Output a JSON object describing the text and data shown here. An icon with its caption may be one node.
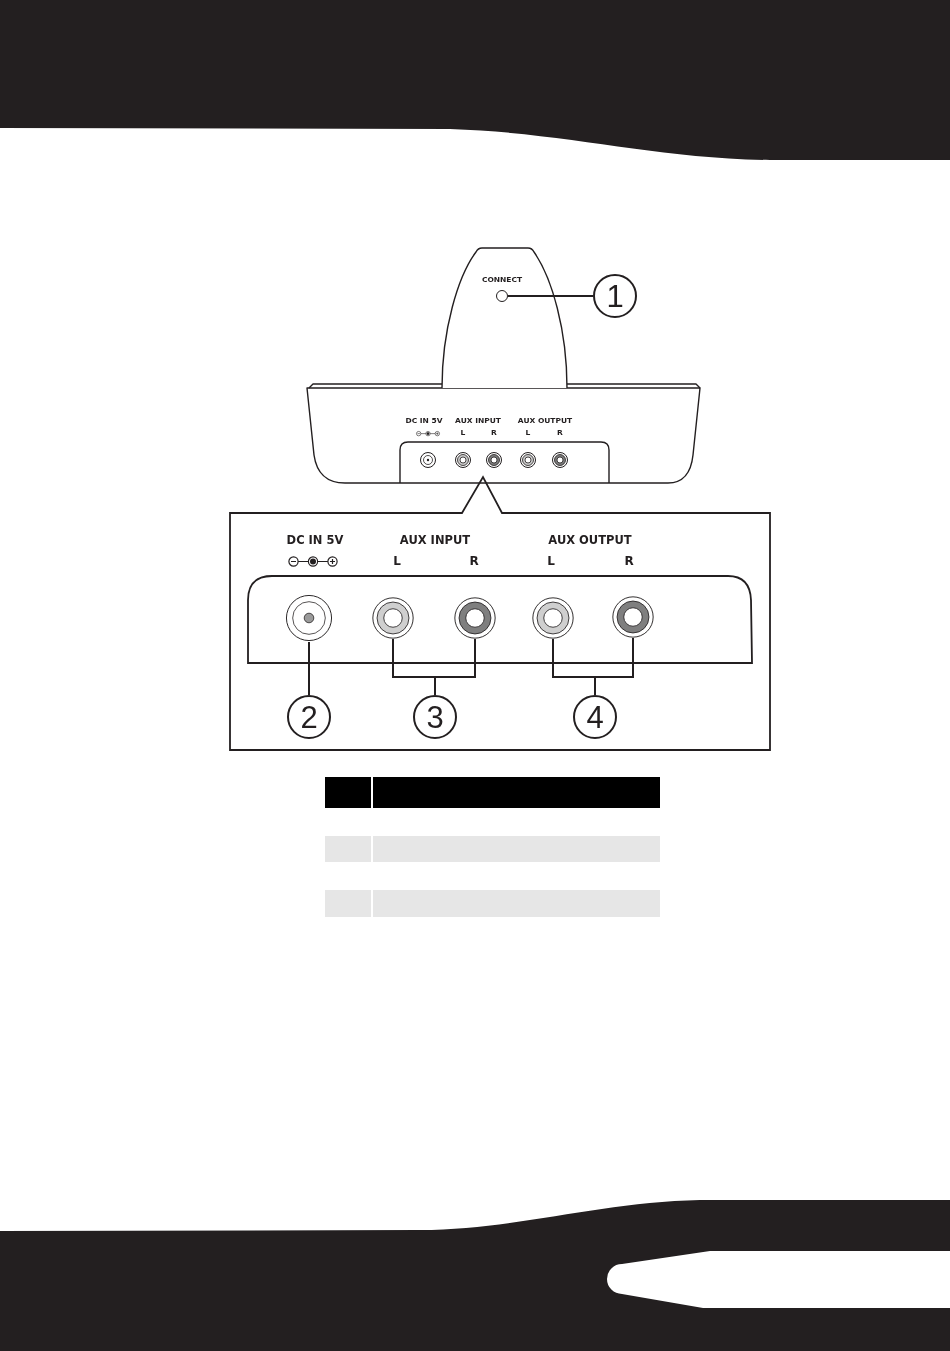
{
  "diagram": {
    "nodes": [
      {
        "text": [
          "1"
        ]
      },
      {
        "text": [],
        "shape": "circle"
      },
      {
        "text": [
          "2"
        ]
      },
      {
        "text": [],
        "shape": "circle"
      },
      {
        "text": [
          "3"
        ]
      },
      {
        "text": [],
        "shape": "circle"
      },
      {
        "text": [],
        "shape": "circle"
      },
      {
        "text": [
          "4"
        ]
      },
      {
        "text": [],
        "shape": "circle"
      },
      {
        "text": [],
        "shape": "circle"
      }
    ],
    "edges": [
      {
        "from": 0,
        "to": 1,
        "arrow": "none"
      },
      {
        "from": 2,
        "to": 3,
        "arrow": "none"
      },
      {
        "from": 4,
        "to": 5,
        "arrow": "none"
      },
      {
        "from": 4,
        "to": 6,
        "arrow": "none"
      },
      {
        "from": 7,
        "to": 8,
        "arrow": "none"
      },
      {
        "from": 7,
        "to": 9,
        "arrow": "none"
      }
    ],
    "labels": [
      "CONNECT",
      "DC IN 5V",
      "AUX INPUT",
      "AUX OUTPUT",
      "L",
      "R",
      "L",
      "R",
      "DC IN 5V",
      "AUX INPUT",
      "AUX OUTPUT",
      "L",
      "R",
      "L",
      "R"
    ]
  }
}
